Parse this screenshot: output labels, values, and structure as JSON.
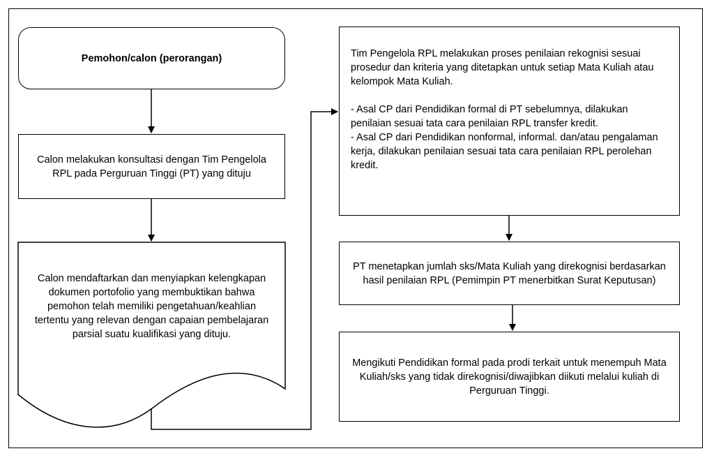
{
  "diagram": {
    "nodes": [
      {
        "id": "applicant",
        "shape": "rounded-rectangle",
        "text": "Pemohon/calon (perorangan)"
      },
      {
        "id": "consultation",
        "shape": "rectangle",
        "text": "Calon melakukan konsultasi dengan Tim Pengelola RPL pada Perguruan Tinggi (PT) yang dituju"
      },
      {
        "id": "portfolio",
        "shape": "document",
        "text": "Calon mendaftarkan dan menyiapkan kelengkapan dokumen portofolio yang membuktikan bahwa pemohon telah memiliki pengetahuan/keahlian tertentu yang relevan dengan capaian pembelajaran parsial suatu kualifikasi yang dituju."
      },
      {
        "id": "assessment",
        "shape": "rectangle",
        "intro": "Tim Pengelola RPL melakukan proses penilaian rekognisi sesuai prosedur dan kriteria yang ditetapkan untuk setiap Mata Kuliah atau kelompok Mata Kuliah.",
        "point1": "- Asal CP dari Pendidikan formal di PT sebelumnya, dilakukan penilaian sesuai tata cara penilaian RPL transfer kredit.",
        "point2": "- Asal CP dari Pendidikan nonformal, informal. dan/atau pengalaman kerja, dilakukan penilaian sesuai tata cara penilaian RPL perolehan kredit."
      },
      {
        "id": "determination",
        "shape": "rectangle",
        "text": "PT menetapkan jumlah sks/Mata Kuliah yang direkognisi berdasarkan hasil penilaian RPL (Pemimpin PT menerbitkan Surat Keputusan)"
      },
      {
        "id": "formal-education",
        "shape": "rectangle",
        "text": "Mengikuti Pendidikan formal pada prodi terkait untuk menempuh Mata Kuliah/sks yang tidak direkognisi/diwajibkan diikuti melalui kuliah di Perguruan Tinggi."
      }
    ],
    "edges": [
      {
        "from": "applicant",
        "to": "consultation"
      },
      {
        "from": "consultation",
        "to": "portfolio"
      },
      {
        "from": "portfolio",
        "to": "assessment"
      },
      {
        "from": "assessment",
        "to": "determination"
      },
      {
        "from": "determination",
        "to": "formal-education"
      }
    ]
  }
}
